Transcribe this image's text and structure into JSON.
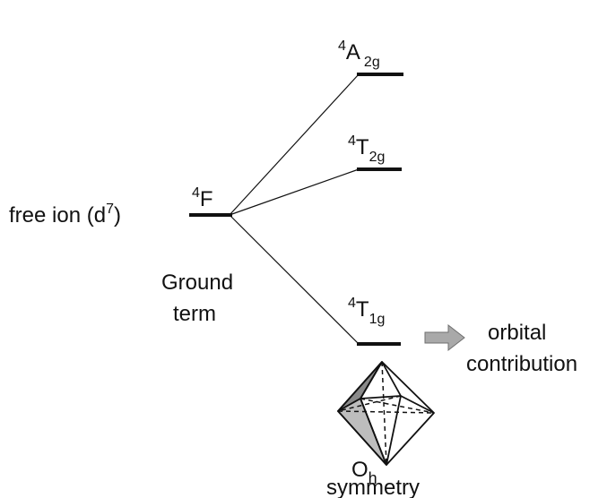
{
  "colors": {
    "line": "#111111",
    "arrow_fill": "#a9a9a9",
    "arrow_stroke": "#6f6f6f",
    "shade_dark": "#8a8a8a",
    "shade_light": "#bdbdbd"
  },
  "diagram": {
    "free_ion_label": "free ion (d",
    "free_ion_superscript": "7",
    "free_ion_close": ")",
    "ground_term": {
      "superscript": "4",
      "letter": "F",
      "caption_line1": "Ground",
      "caption_line2": "term"
    },
    "levels": [
      {
        "superscript": "4",
        "letter": "A",
        "subscript": "2g"
      },
      {
        "superscript": "4",
        "letter": "T",
        "subscript": "2g"
      },
      {
        "superscript": "4",
        "letter": "T",
        "subscript": "1g"
      }
    ],
    "orbital_note": {
      "line1": "orbital",
      "line2": "contribution"
    },
    "symmetry": {
      "symbol": "O",
      "subscript": "h",
      "word": "symmetry"
    }
  }
}
